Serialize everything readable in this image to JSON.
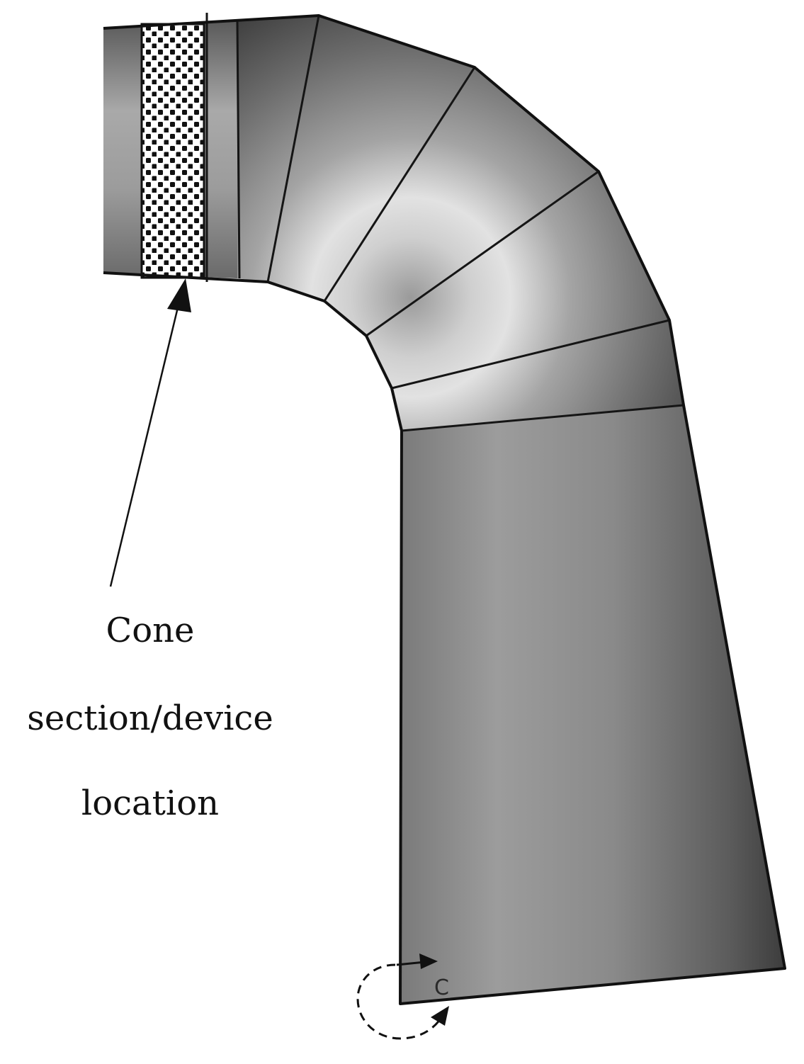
{
  "callout": {
    "lines": [
      "Cone",
      "section/device",
      "location"
    ]
  },
  "marker": {
    "label": "C"
  },
  "colors": {
    "duct_dark": "#3c3c3c",
    "duct_mid": "#8a8a8a",
    "duct_light": "#d4d4d4",
    "outline": "#111111",
    "mesh_background": "#ffffff",
    "mesh_dot": "#111111",
    "marker_letter": "#2a2a2a"
  }
}
